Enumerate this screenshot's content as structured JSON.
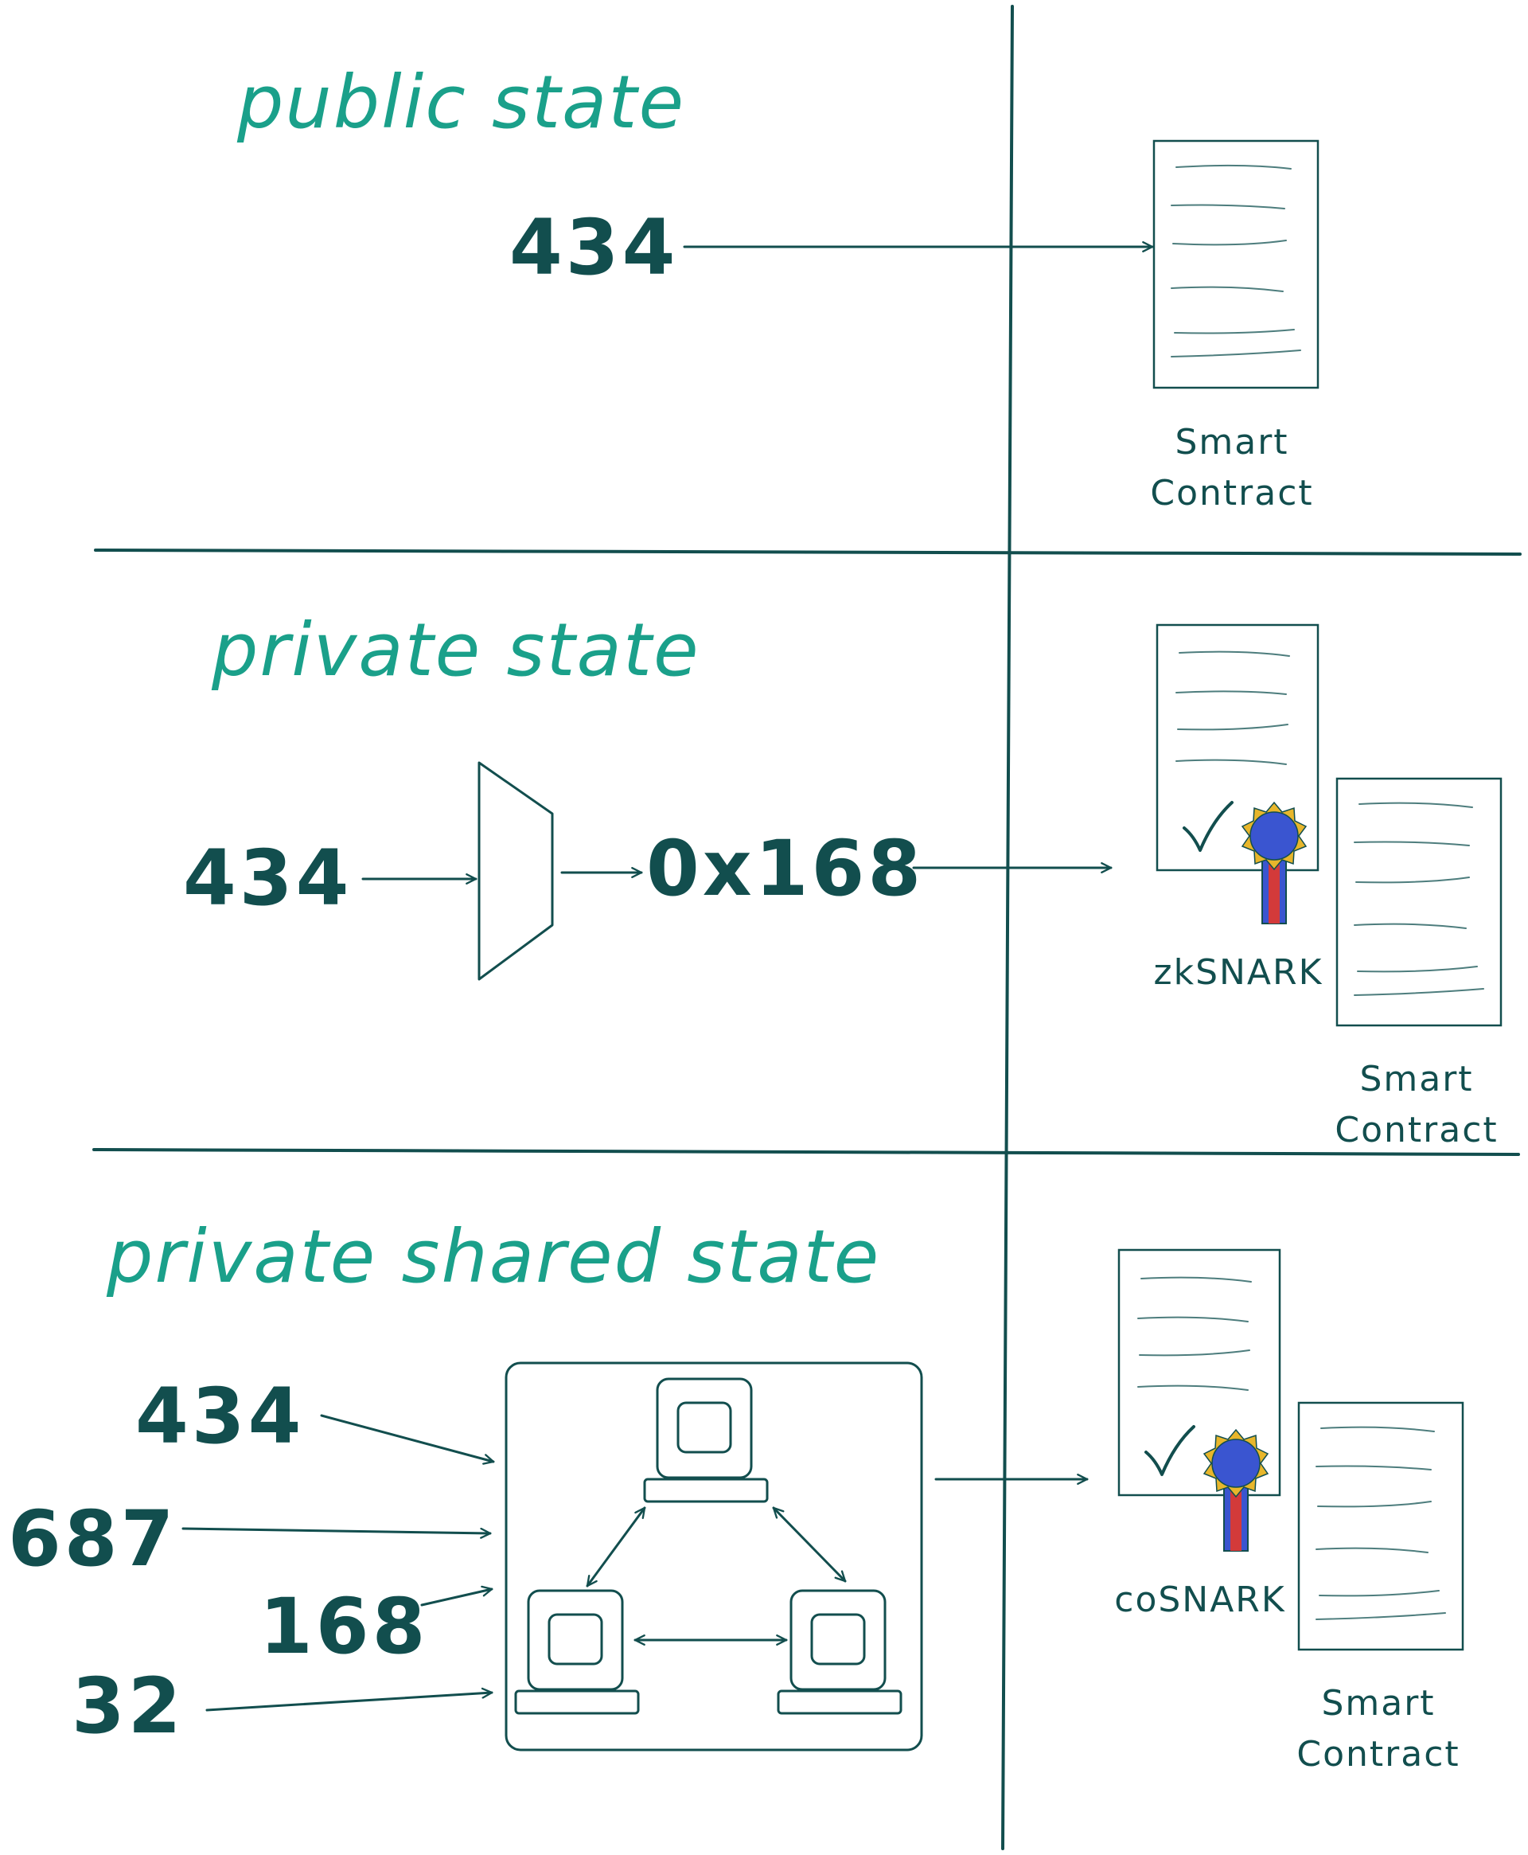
{
  "sections": {
    "public": {
      "title": "public state",
      "value": "434",
      "contract_label_1": "Smart",
      "contract_label_2": "Contract"
    },
    "private": {
      "title": "private state",
      "value": "434",
      "hash": "0x168",
      "proof_label": "zkSNARK",
      "contract_label_1": "Smart",
      "contract_label_2": "Contract"
    },
    "shared": {
      "title": "private shared state",
      "values": [
        "434",
        "687",
        "168",
        "32"
      ],
      "proof_label": "coSNARK",
      "contract_label_1": "Smart",
      "contract_label_2": "Contract"
    }
  },
  "colors": {
    "ink": "#124e4e",
    "title": "#1aa08a",
    "seal_blue": "#3a55d0",
    "seal_gold": "#e8b62b",
    "ribbon_red": "#d33a3a"
  },
  "icons": [
    "document-icon",
    "certificate-seal-icon",
    "checkmark-icon",
    "hash-function-icon",
    "computer-icon"
  ]
}
